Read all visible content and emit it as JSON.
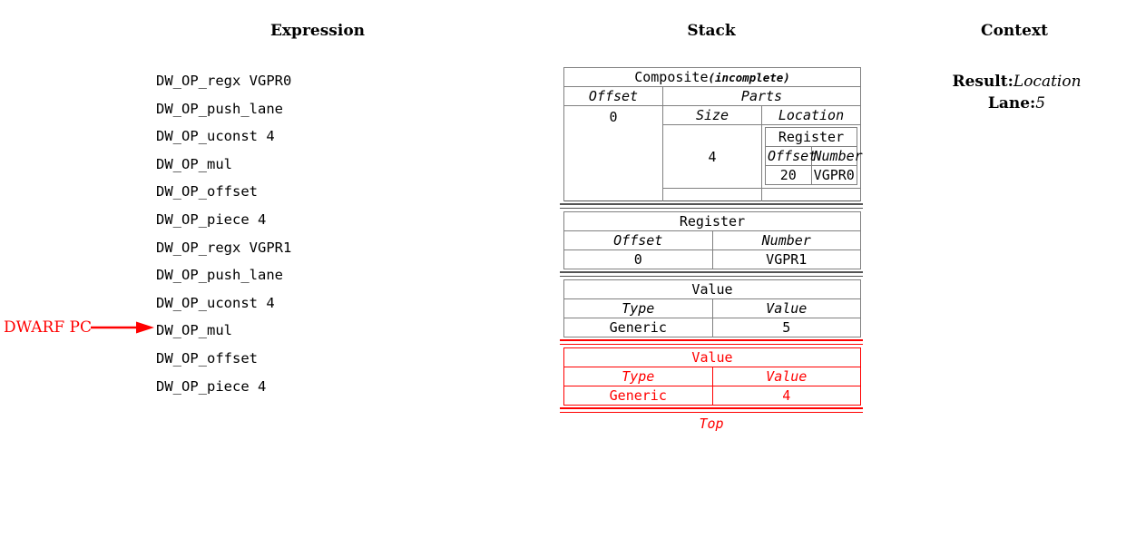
{
  "headers": {
    "expression": "Expression",
    "stack": "Stack",
    "context": "Context"
  },
  "expression": {
    "lines": [
      "DW_OP_regx VGPR0",
      "DW_OP_push_lane",
      "DW_OP_uconst 4",
      "DW_OP_mul",
      "DW_OP_offset",
      "DW_OP_piece 4",
      "DW_OP_regx VGPR1",
      "DW_OP_push_lane",
      "DW_OP_uconst 4",
      "DW_OP_mul",
      "DW_OP_offset",
      "DW_OP_piece 4"
    ],
    "pc_marker": {
      "label": "DWARF PC",
      "color": "#ff0000",
      "points_at_line_index": 9,
      "points_at_line": "DW_OP_mul"
    }
  },
  "stack": {
    "top_label": "Top",
    "highlight_color": "#ff0000",
    "entries": [
      {
        "kind": "composite",
        "title": "Composite",
        "title_suffix": "(incomplete)",
        "offset_header": "Offset",
        "offset_value": "0",
        "parts_header": "Parts",
        "size_header": "Size",
        "location_header": "Location",
        "part": {
          "size": "4",
          "location": {
            "title": "Register",
            "offset_header": "Offset",
            "number_header": "Number",
            "offset_value": "20",
            "number_value": "VGPR0"
          }
        }
      },
      {
        "kind": "register",
        "title": "Register",
        "col1_header": "Offset",
        "col2_header": "Number",
        "col1_value": "0",
        "col2_value": "VGPR1"
      },
      {
        "kind": "value",
        "title": "Value",
        "col1_header": "Type",
        "col2_header": "Value",
        "col1_value": "Generic",
        "col2_value": "5"
      },
      {
        "kind": "value",
        "highlighted": true,
        "title": "Value",
        "col1_header": "Type",
        "col2_header": "Value",
        "col1_value": "Generic",
        "col2_value": "4"
      }
    ]
  },
  "context": {
    "result_key": "Result:",
    "result_value": "Location",
    "lane_key": "Lane:",
    "lane_value": "5"
  }
}
